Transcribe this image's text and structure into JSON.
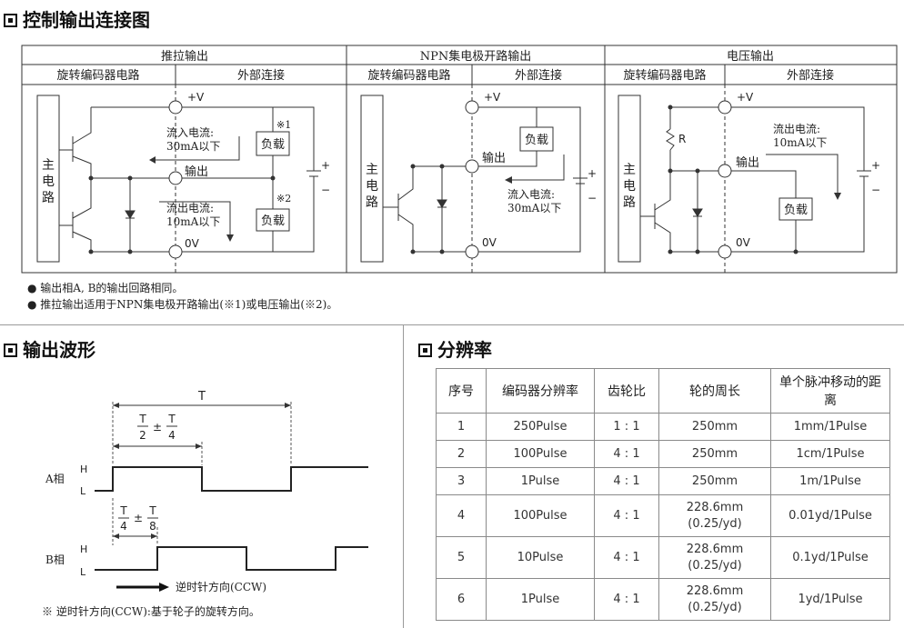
{
  "control_output": {
    "title": "控制输出连接图",
    "groups": [
      {
        "header": "推拉输出",
        "left_sub": "旋转编码器电路",
        "right_sub": "外部连接"
      },
      {
        "header": "NPN集电极开路输出",
        "left_sub": "旋转编码器电路",
        "right_sub": "外部连接"
      },
      {
        "header": "电压输出",
        "left_sub": "旋转编码器电路",
        "right_sub": "外部连接"
      }
    ],
    "main_circuit": "主电路",
    "labels": {
      "vplus": "+V",
      "output": "输出",
      "zero_v": "0V",
      "load": "负载",
      "mark1": "※1",
      "mark2": "※2",
      "resistor": "R",
      "plus": "+",
      "minus": "−",
      "inflow_current_1": "流入电流:",
      "inflow_current_2": "30mA以下",
      "outflow_current_1": "流出电流:",
      "outflow_current_2": "10mA以下"
    },
    "notes": [
      "● 输出相A, B的输出回路相同。",
      "● 推拉输出适用于NPN集电极开路输出(※1)或电压输出(※2)。"
    ]
  },
  "waveform": {
    "title": "输出波形",
    "t": "T",
    "half_num": "T",
    "half_den": "2",
    "pm": "±",
    "quarter_num": "T",
    "quarter_den": "4",
    "q2_num": "T",
    "q2_den": "4",
    "eighth_num": "T",
    "eighth_den": "8",
    "phase_a": "A相",
    "phase_b": "B相",
    "h": "H",
    "l": "L",
    "direction": "逆时针方向(CCW)",
    "footnote": "※ 逆时针方向(CCW):基于轮子的旋转方向。"
  },
  "resolution": {
    "title": "分辨率",
    "headers": [
      "序号",
      "编码器分辨率",
      "齿轮比",
      "轮的周长",
      "单个脉冲移动的距离"
    ],
    "rows": [
      {
        "no": "1",
        "res": "250Pulse",
        "gear": "1 : 1",
        "circ": "250mm",
        "circ2": "",
        "dist": "1mm/1Pulse"
      },
      {
        "no": "2",
        "res": "100Pulse",
        "gear": "4 : 1",
        "circ": "250mm",
        "circ2": "",
        "dist": "1cm/1Pulse"
      },
      {
        "no": "3",
        "res": "1Pulse",
        "gear": "4 : 1",
        "circ": "250mm",
        "circ2": "",
        "dist": "1m/1Pulse"
      },
      {
        "no": "4",
        "res": "100Pulse",
        "gear": "4 : 1",
        "circ": "228.6mm",
        "circ2": "(0.25/yd)",
        "dist": "0.01yd/1Pulse"
      },
      {
        "no": "5",
        "res": "10Pulse",
        "gear": "4 : 1",
        "circ": "228.6mm",
        "circ2": "(0.25/yd)",
        "dist": "0.1yd/1Pulse"
      },
      {
        "no": "6",
        "res": "1Pulse",
        "gear": "4 : 1",
        "circ": "228.6mm",
        "circ2": "(0.25/yd)",
        "dist": "1yd/1Pulse"
      }
    ]
  }
}
